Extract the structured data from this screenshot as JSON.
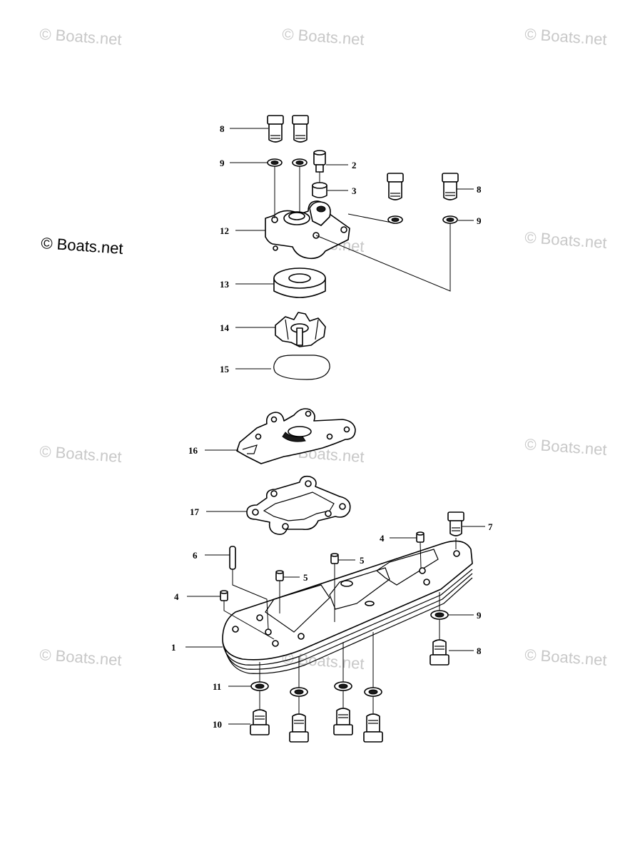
{
  "watermark": {
    "text": "© Boats.net",
    "color": "#c8c8c8",
    "main_color": "#000000"
  },
  "callouts": {
    "c1": "1",
    "c2": "2",
    "c3": "3",
    "c4a": "4",
    "c4b": "4",
    "c5a": "5",
    "c5b": "5",
    "c6": "6",
    "c7": "7",
    "c8a": "8",
    "c8b": "8",
    "c8c": "8",
    "c9a": "9",
    "c9b": "9",
    "c9c": "9",
    "c10": "10",
    "c11": "11",
    "c12": "12",
    "c13": "13",
    "c14": "14",
    "c15": "15",
    "c16": "16",
    "c17": "17"
  }
}
